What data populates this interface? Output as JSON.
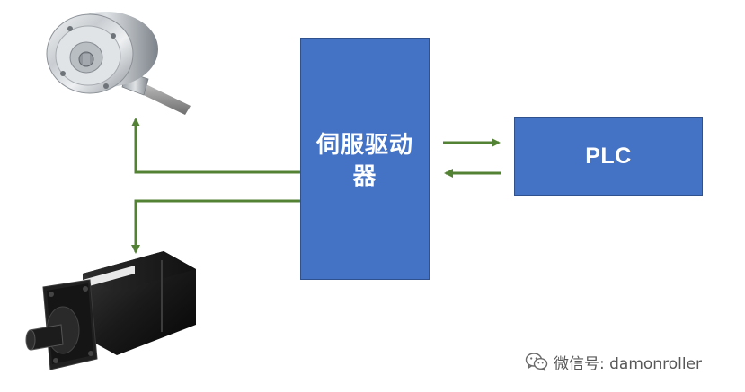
{
  "servo_driver": {
    "label": "伺服驱动器"
  },
  "plc": {
    "label": "PLC"
  },
  "watermark": {
    "icon": "wechat-icon",
    "text": "微信号: damonroller"
  },
  "colors": {
    "block_fill": "#4472c4",
    "block_border": "#2f528f",
    "arrow": "#548235",
    "block_text": "#ffffff"
  }
}
